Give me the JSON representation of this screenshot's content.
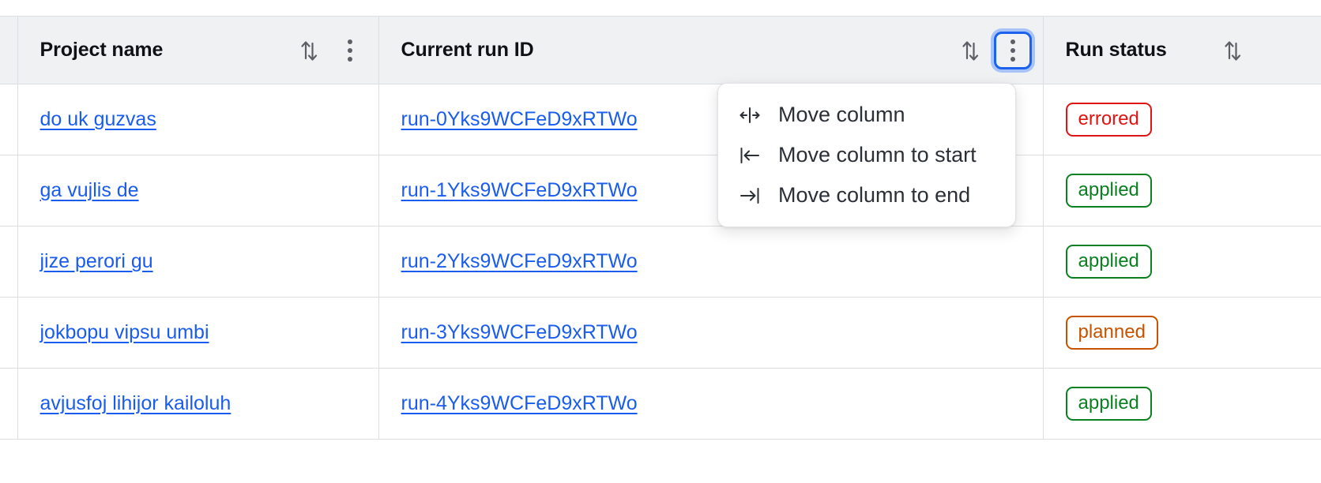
{
  "table": {
    "columns": [
      {
        "id": "project",
        "label": "Project name",
        "sort_icon": "sort-arrows-icon",
        "has_kebab": true,
        "kebab_focused": false
      },
      {
        "id": "runid",
        "label": "Current run ID",
        "sort_icon": "sort-arrows-icon",
        "has_kebab": true,
        "kebab_focused": true
      },
      {
        "id": "status",
        "label": "Run status",
        "sort_icon": "sort-arrows-icon",
        "has_kebab": false,
        "kebab_focused": false
      }
    ],
    "rows": [
      {
        "project": "do uk guzvas",
        "run_id": "run-0Yks9WCFeD9xRTWo",
        "status": "errored",
        "status_color": "#e01414"
      },
      {
        "project": "ga vujlis de",
        "run_id": "run-1Yks9WCFeD9xRTWo",
        "status": "applied",
        "status_color": "#0a8020"
      },
      {
        "project": "jize perori gu",
        "run_id": "run-2Yks9WCFeD9xRTWo",
        "status": "applied",
        "status_color": "#0a8020"
      },
      {
        "project": "jokbopu vipsu umbi",
        "run_id": "run-3Yks9WCFeD9xRTWo",
        "status": "planned",
        "status_color": "#c75300"
      },
      {
        "project": "avjusfoj lihijor kailoluh",
        "run_id": "run-4Yks9WCFeD9xRTWo",
        "status": "applied",
        "status_color": "#0a8020"
      }
    ]
  },
  "column_menu": {
    "open_for_column": "Current run ID",
    "items": [
      {
        "icon": "move-column-icon",
        "label": "Move column"
      },
      {
        "icon": "move-column-to-start-icon",
        "label": "Move column to start"
      },
      {
        "icon": "move-column-to-end-icon",
        "label": "Move column to end"
      }
    ]
  },
  "colors": {
    "link": "#1a5cf0",
    "header_bg": "#f0f1f3",
    "border": "#dcdee1",
    "focus_ring": "#1d62ef",
    "focus_ring_outer": "#a8c3f7"
  }
}
